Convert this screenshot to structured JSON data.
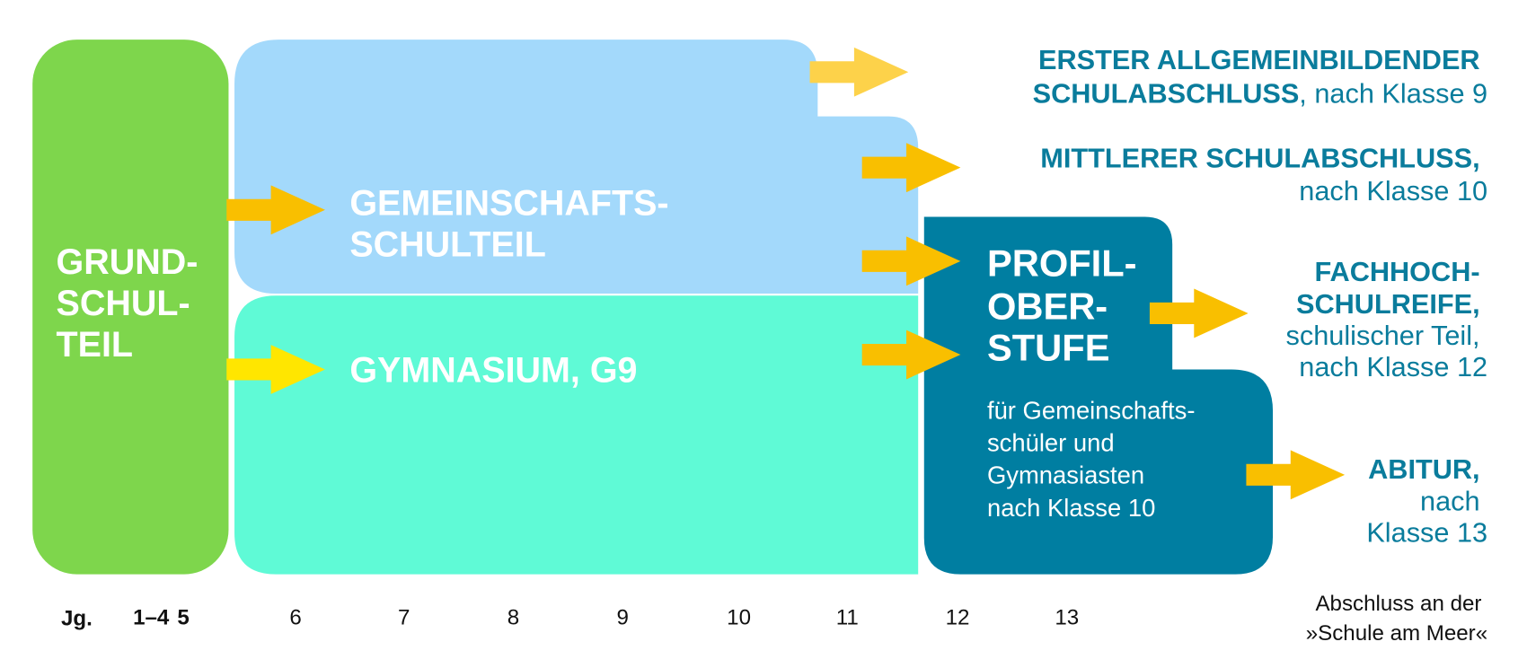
{
  "colors": {
    "grundschule": "#7ed64c",
    "gemeinschaftsschule": "#a3d9fb",
    "gymnasium": "#5ffad6",
    "oberstufe": "#007ea1",
    "arrow": "#f9bf00",
    "arrow_light": "#fdd24a",
    "arrow_yellow": "#ffe600",
    "label_text": "#0a7c9c"
  },
  "boxes": {
    "grundschule": [
      "GRUND-",
      "SCHUL-",
      "TEIL"
    ],
    "gemeinschaftsschule": [
      "GEMEINSCHAFTS-",
      "SCHULTEIL"
    ],
    "gymnasium": "GYMNASIUM, G9",
    "oberstufe_title": [
      "PROFIL-",
      "OBER-",
      "STUFE"
    ],
    "oberstufe_note": [
      "für Gemeinschafts-",
      "schüler und",
      "Gymnasiasten",
      "nach Klasse 10"
    ]
  },
  "outcomes": {
    "esa": {
      "line1": "ERSTER  ALLGEMEINBILDENDER",
      "line2_bold": "SCHULABSCHLUSS",
      "line2_rest": ", nach Klasse 9"
    },
    "msa": {
      "line1": "MITTLERER SCHULABSCHLUSS,",
      "line2": "nach Klasse 10"
    },
    "fhr": {
      "line1": "FACHHOCH-",
      "line2": "SCHULREIFE,",
      "line3": "schulischer Teil,",
      "line4": "nach Klasse 12"
    },
    "abitur": {
      "line1": "ABITUR,",
      "line2": "nach",
      "line3": "Klasse 13"
    }
  },
  "axis": {
    "label": "Jg.",
    "ticks": [
      "1–4",
      "5",
      "6",
      "7",
      "8",
      "9",
      "10",
      "11",
      "12",
      "13"
    ],
    "footer": [
      "Abschluss an der",
      "»Schule am Meer«"
    ]
  }
}
